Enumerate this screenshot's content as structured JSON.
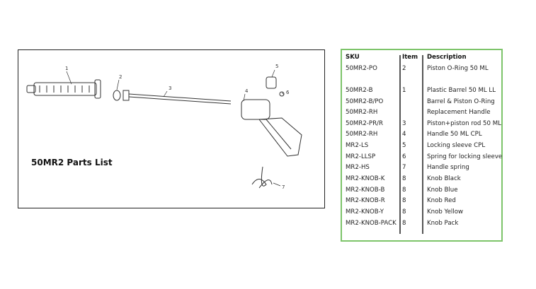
{
  "diagram": {
    "title": "50MR2 Parts List",
    "callouts": [
      "1",
      "2",
      "3",
      "4",
      "5",
      "6",
      "7"
    ]
  },
  "table": {
    "headers": {
      "sku": "SKU",
      "item": "Item",
      "description": "Description"
    },
    "rows": [
      {
        "sku": "50MR2-PO",
        "item": "2",
        "description": "Piston O-Ring 50 ML"
      },
      {
        "sku": "50MR2-B",
        "item": "1",
        "description": "Plastic Barrel 50 ML LL"
      },
      {
        "sku": "50MR2-B/PO",
        "item": "",
        "description": "Barrel & Piston O-Ring"
      },
      {
        "sku": "50MR2-RH",
        "item": "",
        "description": "Replacement Handle"
      },
      {
        "sku": "50MR2-PR/R",
        "item": "3",
        "description": "Piston+piston rod 50 ML"
      },
      {
        "sku": "50MR2-RH",
        "item": "4",
        "description": "Handle 50 ML CPL"
      },
      {
        "sku": "MR2-LS",
        "item": "5",
        "description": "Locking sleeve CPL"
      },
      {
        "sku": "MR2-LLSP",
        "item": "6",
        "description": "Spring for locking sleeve"
      },
      {
        "sku": "MR2-HS",
        "item": "7",
        "description": "Handle spring"
      },
      {
        "sku": "MR2-KNOB-K",
        "item": "8",
        "description": "Knob Black"
      },
      {
        "sku": "MR2-KNOB-B",
        "item": "8",
        "description": "Knob Blue"
      },
      {
        "sku": "MR2-KNOB-R",
        "item": "8",
        "description": "Knob Red"
      },
      {
        "sku": "MR2-KNOB-Y",
        "item": "8",
        "description": "Knob Yellow"
      },
      {
        "sku": "MR2-KNOB-PACK",
        "item": "8",
        "description": "Knob Pack"
      }
    ]
  }
}
